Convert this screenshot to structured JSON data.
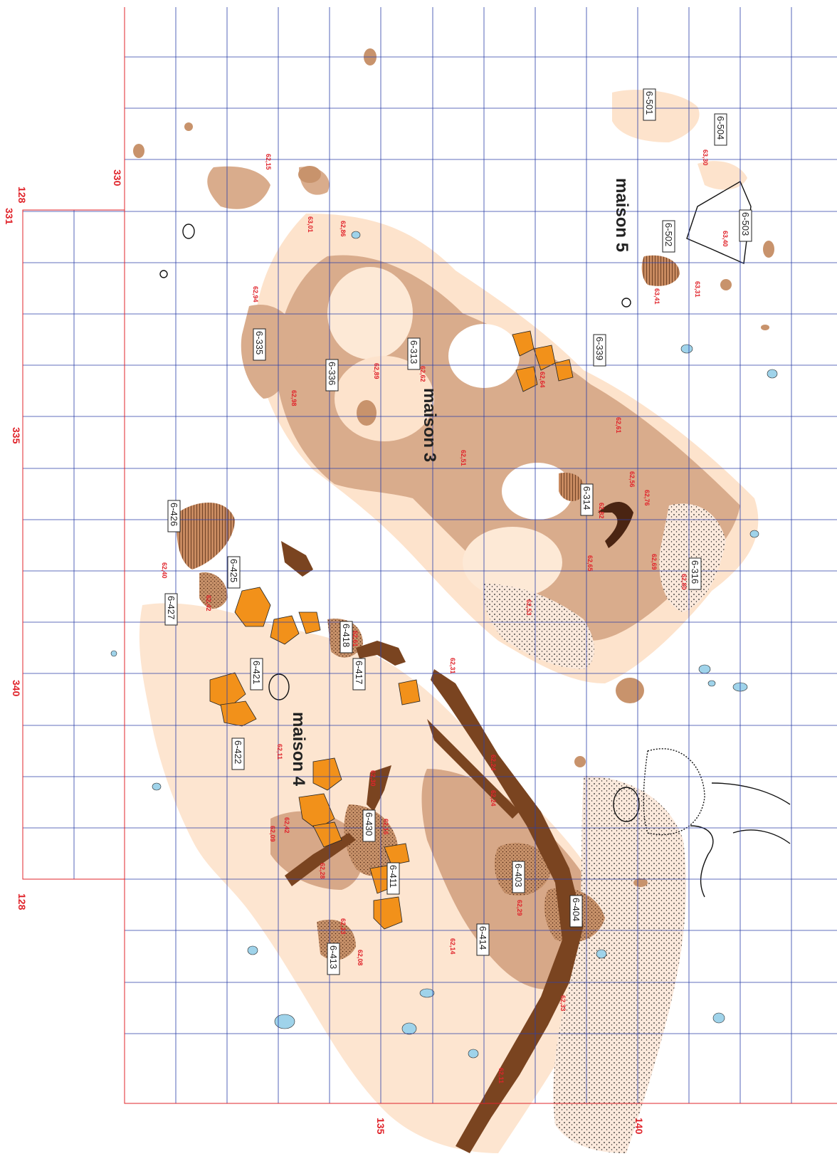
{
  "colors": {
    "grid_blue": "#2b3fa8",
    "grid_red": "#e0242b",
    "floor_light": "#fde9d6",
    "floor_mid": "#ddb79a",
    "floor_dark": "#c89a7a",
    "wall_brown": "#7a4420",
    "stone_orange": "#f2911a",
    "water_blue": "#9fd3ea",
    "hatch_dark": "#5a3018"
  },
  "axis_labels": {
    "top_330": "330",
    "top_335": "335",
    "top_340": "340",
    "left_128_top": "128",
    "left_331": "331",
    "left_128_bottom": "128",
    "bottom_135": "135",
    "bottom_140": "140"
  },
  "houses": [
    {
      "label": "maison 5"
    },
    {
      "label": "maison 3"
    },
    {
      "label": "maison 4"
    }
  ],
  "features": [
    "6-501",
    "6-504",
    "6-502",
    "6-503",
    "6-339",
    "6-335",
    "6-313",
    "6-336",
    "6-314",
    "6-316",
    "6-426",
    "6-425",
    "6-427",
    "6-418",
    "6-417",
    "6-421",
    "6-422",
    "6-430",
    "6-411",
    "6-403",
    "6-404",
    "6-413",
    "6-414"
  ],
  "elevations": [
    "62,15",
    "63,01",
    "62,86",
    "63,30",
    "63,40",
    "63,41",
    "63,31",
    "62,94",
    "62,62",
    "62,89",
    "62,98",
    "62,64",
    "62,61",
    "62,51",
    "62,56",
    "62,76",
    "62,82",
    "62,65",
    "62,69",
    "62,80",
    "62,53",
    "62,61",
    "62,40",
    "62,42",
    "62,24",
    "62,31",
    "62,11",
    "62,30",
    "62,24",
    "62,09",
    "62,42",
    "62,28",
    "62,16",
    "62,23",
    "62,08",
    "62,14",
    "62,29",
    "62,33",
    "62,11"
  ]
}
